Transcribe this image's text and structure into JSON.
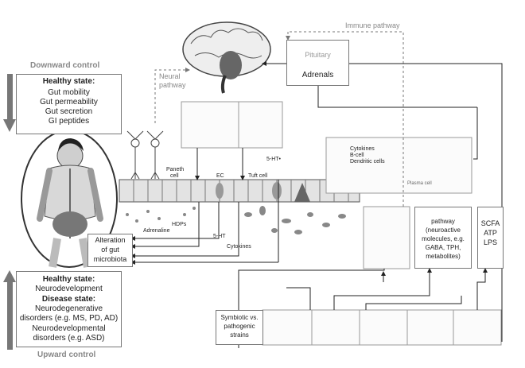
{
  "downward_control": "Downward control",
  "upward_control": "Upward control",
  "healthy_top": {
    "title": "Healthy state:",
    "items": [
      "Gut mobility",
      "Gut permeability",
      "Gut secretion",
      "GI peptides"
    ]
  },
  "healthy_bottom": {
    "title": "Healthy state:",
    "line1": "Neurodevelopment",
    "disease_title": "Disease state:",
    "d1": "Neurodegenerative",
    "d2": "disorders (e.g. MS, PD, AD)",
    "d3": "Neurodevelopmental",
    "d4": "disorders (e.g. ASD)"
  },
  "neural_pathway": [
    "Neural",
    "pathway"
  ],
  "immune_pathway": "Immune pathway",
  "pituitary": "Pituitary",
  "adrenals": "Adrenals",
  "cells": {
    "paneth": [
      "Paneth",
      "cell"
    ],
    "ec": "EC",
    "tuft": "Tuft cell",
    "sht_top": "5-HT•"
  },
  "immune_cells": [
    "Cytokines",
    "B-cell",
    "Dendritic cells"
  ],
  "plasma_cell": "Plasma cell",
  "lumen_labels": {
    "adrenaline": "Adrenaline",
    "hdps": "HDPs",
    "sht": "5-HT",
    "cytokines": "Cytokines"
  },
  "alteration": [
    "Alteration",
    "of gut",
    "microbiota"
  ],
  "pathway_box": [
    "pathway",
    "(neuroactive",
    "molecules, e.g.",
    "GABA, TPH,",
    "metabolites)"
  ],
  "scfa_box": [
    "SCFA",
    "ATP",
    "LPS"
  ],
  "symbiotic": [
    "Symbiotic vs.",
    "pathogenic",
    "strains"
  ]
}
